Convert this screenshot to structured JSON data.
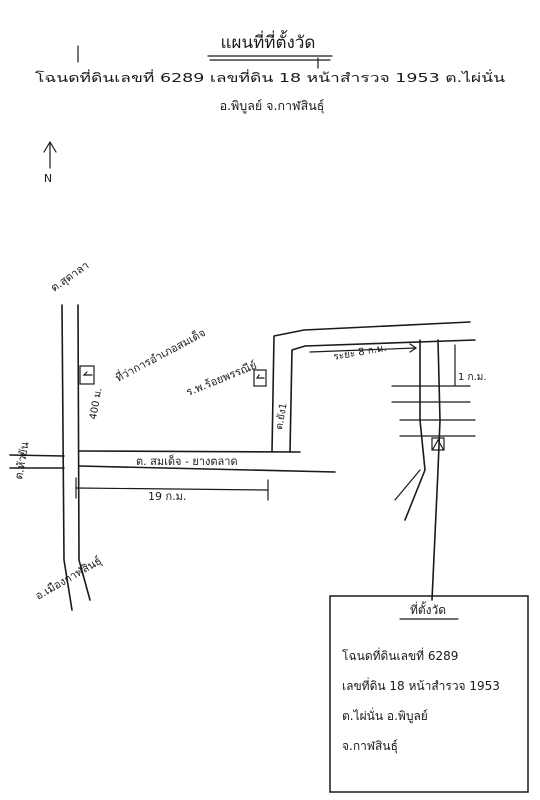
{
  "header": {
    "title": "แผนที่ที่ตั้งวัด",
    "line1": "โฉนดที่ดินเลขที่ 6289 เลขที่ดิน 18 หน้าสำรวจ 1953 ต.ไผ่นั่น",
    "line2": "อ.พิบูลย์ จ.กาฬสินธุ์"
  },
  "north": {
    "label": "N"
  },
  "roads": {
    "top_left": "ต.สุดาลา",
    "left_vertical": "ต.หัวยัน",
    "bottom_left": "อ.เมืองกาฬสินธุ์",
    "main_horizontal": "ต. สมเด็จ - ยางตลาด",
    "right_vertical": "ต.ยัง1",
    "right_top": "ระยะ 8 ก.ม."
  },
  "places": {
    "district_office": "ที่ว่าการอำเภอสมเด็จ",
    "hospital": "ร.พ.ร้อยพรรณีย์"
  },
  "distances": {
    "left_vertical_m": "400 ม.",
    "main_km": "19 ก.ม.",
    "right_km": "1 ก.ม."
  },
  "infobox": {
    "title": "ที่ตั้งวัด",
    "lines": [
      "โฉนดที่ดินเลขที่ 6289",
      "เลขที่ดิน 18 หน้าสำรวจ 1953",
      "ต.ไผ่นั่น อ.พิบูลย์",
      "จ.กาฬสินธุ์"
    ]
  }
}
